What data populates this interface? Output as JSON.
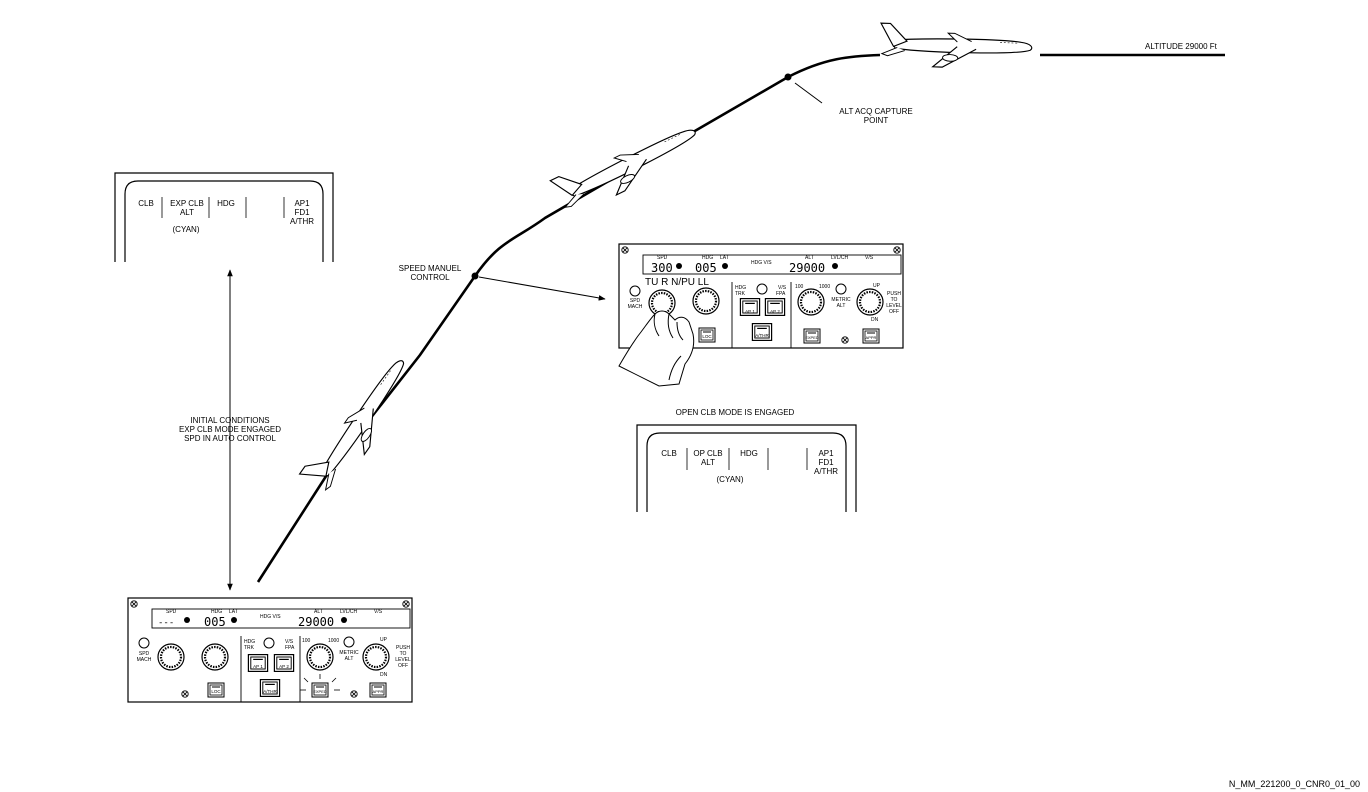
{
  "labels": {
    "altitude": "ALTITUDE 29000 Ft",
    "alt_acq_1": "ALT ACQ CAPTURE",
    "alt_acq_2": "POINT",
    "speed_manuel_1": "SPEED MANUEL",
    "speed_manuel_2": "CONTROL",
    "initial_1": "INITIAL CONDITIONS",
    "initial_2": "EXP CLB MODE ENGAGED",
    "initial_3": "SPD IN AUTO CONTROL",
    "open_clb": "OPEN CLB MODE IS ENGAGED",
    "turn_pull": "TU R N/PU LL",
    "figure_id": "N_MM_221200_0_CNR0_01_00"
  },
  "fma_initial": {
    "col1": "CLB",
    "col2a": "EXP CLB",
    "col2b": "ALT",
    "col3": "HDG",
    "col5a": "AP1",
    "col5b": "FD1",
    "col5c": "A/THR",
    "color_note": "(CYAN)"
  },
  "fma_open": {
    "col1": "CLB",
    "col2a": "OP CLB",
    "col2b": "ALT",
    "col3": "HDG",
    "col5a": "AP1",
    "col5b": "FD1",
    "col5c": "A/THR",
    "color_note": "(CYAN)"
  },
  "fcu": {
    "spd": "SPD",
    "hdg": "HDG",
    "lat": "LAT",
    "hdg_vs": "HDG V/S",
    "alt": "ALT",
    "lvl_ch": "LVL/CH",
    "vs": "V/S",
    "hdg_value": "005",
    "alt_value": "29000",
    "spd_value_manual": "300",
    "spd_value_auto": "---",
    "spd_mach_1": "SPD",
    "spd_mach_2": "MACH",
    "hdg_trk_1": "HDG",
    "hdg_trk_2": "TRK",
    "vs_fpa_1": "V/S",
    "vs_fpa_2": "FPA",
    "scale_100": "100",
    "scale_1000": "1000",
    "metric_1": "METRIC",
    "metric_2": "ALT",
    "up": "UP",
    "dn": "DN",
    "push_1": "PUSH",
    "push_2": "TO",
    "push_3": "LEVEL",
    "push_4": "OFF",
    "ap1": "AP 1",
    "ap2": "AP 2",
    "athr": "A/THR",
    "loc": "LOC",
    "exped": "EXPED",
    "appr": "APPR"
  }
}
